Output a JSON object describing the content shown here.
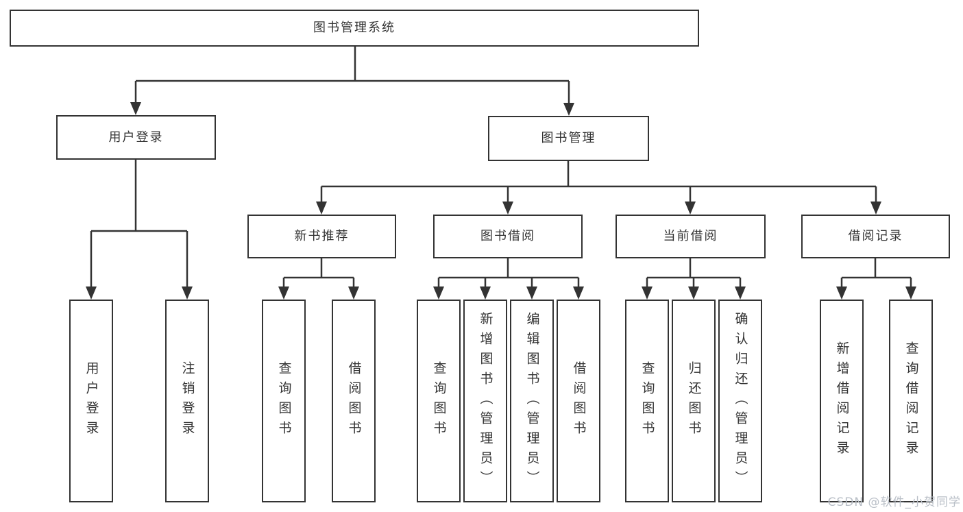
{
  "diagram_title": "图书管理系统",
  "tree": {
    "root_label": "图书管理系统",
    "branches": [
      {
        "label": "用户登录",
        "children": [
          "用户登录",
          "注销登录"
        ]
      },
      {
        "label": "图书管理",
        "sections": [
          {
            "label": "新书推荐",
            "children": [
              "查询图书",
              "借阅图书"
            ]
          },
          {
            "label": "图书借阅",
            "children": [
              "查询图书",
              "新增图书（管理员）",
              "编辑图书（管理员）",
              "借阅图书"
            ]
          },
          {
            "label": "当前借阅",
            "children": [
              "查询图书",
              "归还图书",
              "确认归还（管理员）"
            ]
          },
          {
            "label": "借阅记录",
            "children": [
              "新增借阅记录",
              "查询借阅记录"
            ]
          }
        ]
      }
    ]
  },
  "watermark": {
    "text": "CSDN @软件_小贺同学",
    "color": "#b9bfc7"
  },
  "colors": {
    "line": "#333333",
    "box_border": "#333333",
    "text": "#333333",
    "background": "#ffffff"
  }
}
